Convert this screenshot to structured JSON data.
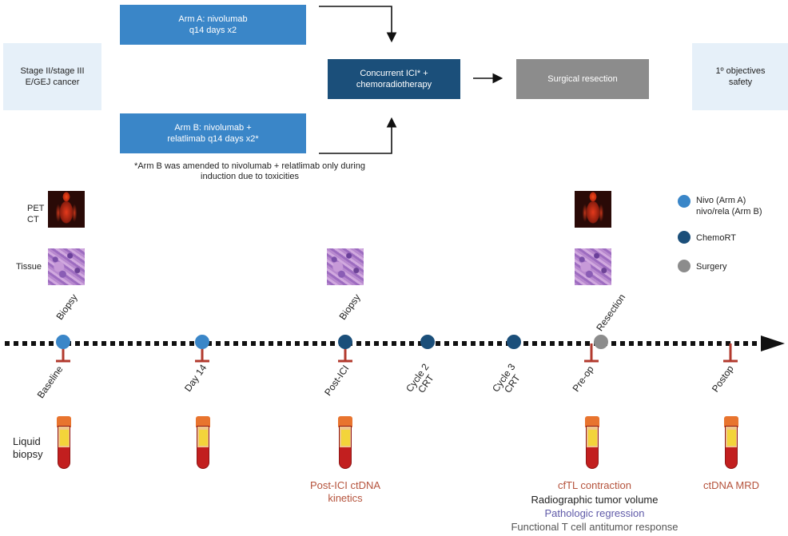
{
  "colors": {
    "nivo": "#3a86c8",
    "chemort": "#1b4f7a",
    "surgery": "#8c8c8c",
    "marker": "#b23a2e",
    "outcome_red": "#b5533c",
    "outcome_blue": "#5f5aa8"
  },
  "schema": {
    "population": "Stage II/stage III\nE/GEJ cancer",
    "arm_a": "Arm A: nivolumab\nq14 days x2",
    "arm_b": "Arm B: nivolumab +\nrelatlimab q14 days x2*",
    "concurrent": "Concurrent ICI* +\nchemoradiotherapy",
    "surgery": "Surgical resection",
    "objectives": "1º objectives\nsafety",
    "footnote": "*Arm B was amended to nivolumab + relatlimab only during\ninduction due to toxicities"
  },
  "rows": {
    "petct": "PET\nCT",
    "tissue": "Tissue",
    "liquid": "Liquid\nbiopsy"
  },
  "timeline": {
    "biopsy1": "Biopsy",
    "biopsy2": "Biopsy",
    "resection": "Resection",
    "baseline": "Baseline",
    "day14": "Day 14",
    "post_ici": "Post-ICI",
    "cycle2": "Cycle 2\nCRT",
    "cycle3": "Cycle 3\nCRT",
    "pre_op": "Pre-op",
    "postop": "Postop"
  },
  "legend": {
    "nivo": "Nivo (Arm A)\nnivo/rela (Arm B)",
    "chemort": "ChemoRT",
    "surgery": "Surgery"
  },
  "outcomes": {
    "post_ici": "Post-ICI ctDNA\nkinetics",
    "cftl": "cfTL contraction",
    "radiographic": "Radiographic tumor volume",
    "pathologic": "Pathologic regression",
    "functional": "Functional T cell antitumor response",
    "ctdna_mrd": "ctDNA MRD"
  }
}
